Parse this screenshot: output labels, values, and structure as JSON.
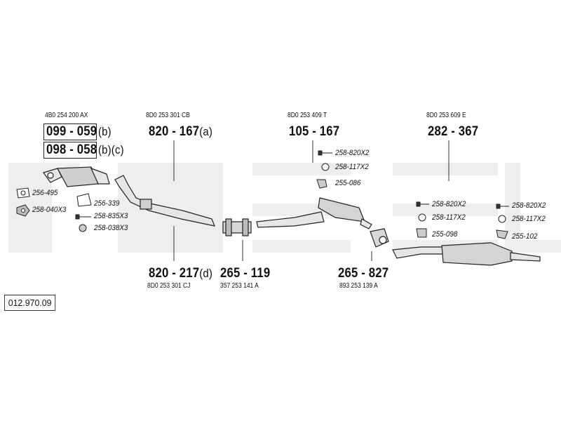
{
  "reference": "012.970.09",
  "watermark_color": "#eeeeee",
  "line_color": "#333333",
  "parts": {
    "cat": {
      "oe": "4B0 254 200 AX",
      "codes": [
        {
          "number": "099 - 059",
          "suffix": "(b)"
        },
        {
          "number": "098 - 058",
          "suffix": "(b)(c)"
        }
      ]
    },
    "front_pipe": {
      "oe": "8D0 253 301 CB",
      "number": "820 - 167",
      "suffix": "(a)"
    },
    "front_pipe_alt": {
      "oe": "8D0 253 301 CJ",
      "number": "820 - 217",
      "suffix": "(d)"
    },
    "clamp": {
      "oe": "357 253 141 A",
      "number": "265 - 119"
    },
    "center_box": {
      "oe": "8D0 253 409 T",
      "number": "105 - 167"
    },
    "connector": {
      "oe": "893 253 139 A",
      "number": "265 - 827"
    },
    "rear_box": {
      "oe": "8D0 253 609 E",
      "number": "282 - 367"
    }
  },
  "accessories": {
    "cat_area": [
      "256-495",
      "258-040X3",
      "256-339",
      "258-835X3",
      "258-038X3"
    ],
    "center_area": [
      "258-820X2",
      "258-117X2",
      "255-086"
    ],
    "rear_area_1": [
      "258-820X2",
      "258-117X2",
      "255-098"
    ],
    "rear_area_2": [
      "258-820X2",
      "258-117X2",
      "255-102"
    ]
  },
  "icons": [
    "bolt-icon",
    "ring-icon",
    "hanger-icon",
    "nut-icon",
    "gasket-icon",
    "clamp-icon"
  ]
}
